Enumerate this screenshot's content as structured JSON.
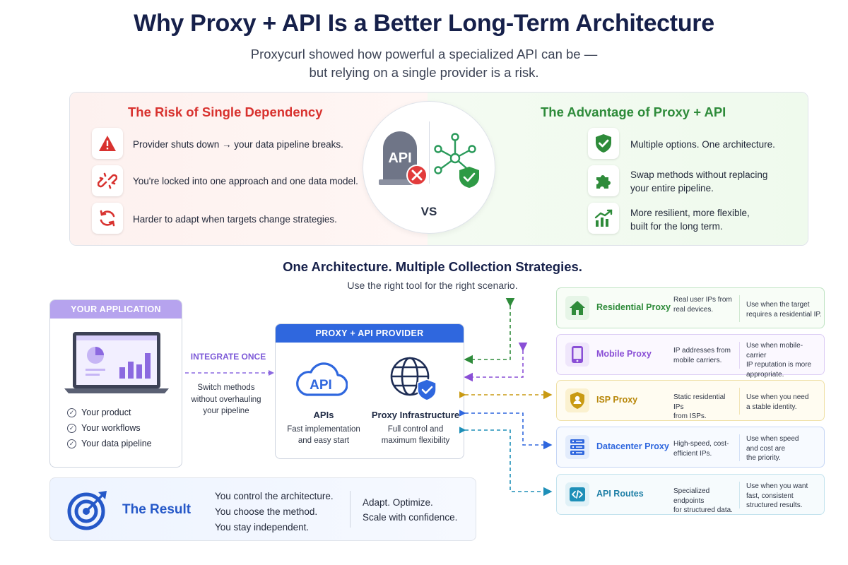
{
  "header": {
    "title": "Why Proxy + API Is a Better Long-Term Architecture",
    "subtitle_line1": "Proxycurl showed how powerful a specialized API can be —",
    "subtitle_line2": "but relying on a single provider is a risk."
  },
  "risk": {
    "title": "The Risk of Single Dependency",
    "items": [
      {
        "icon": "warning-icon",
        "text": "Provider shuts down → your data pipeline breaks."
      },
      {
        "icon": "broken-link-icon",
        "text": "You're locked into one approach and one data model."
      },
      {
        "icon": "refresh-icon",
        "text": "Harder to adapt when targets change strategies."
      }
    ]
  },
  "versus": {
    "api_tombstone_text": "API",
    "label": "VS"
  },
  "advantage": {
    "title": "The Advantage of Proxy + API",
    "items": [
      {
        "icon": "shield-check-icon",
        "line1": "Multiple options. One architecture.",
        "line2": ""
      },
      {
        "icon": "puzzle-icon",
        "line1": "Swap methods without replacing",
        "line2": "your entire pipeline."
      },
      {
        "icon": "growth-chart-icon",
        "line1": "More resilient, more flexible,",
        "line2": "built for the long term."
      }
    ]
  },
  "middle": {
    "title": "One Architecture. Multiple Collection Strategies.",
    "subtitle": "Use the right tool for the right scenario."
  },
  "application": {
    "header": "YOUR APPLICATION",
    "items": [
      "Your product",
      "Your workflows",
      "Your data pipeline"
    ]
  },
  "integrate": {
    "label": "INTEGRATE ONCE",
    "note_line1": "Switch methods",
    "note_line2": "without overhauling",
    "note_line3": "your pipeline"
  },
  "provider": {
    "header": "PROXY + API PROVIDER",
    "api_cloud_text": "API",
    "api_title": "APIs",
    "api_desc_line1": "Fast implementation",
    "api_desc_line2": "and easy start",
    "proxy_title": "Proxy Infrastructure",
    "proxy_desc_line1": "Full control and",
    "proxy_desc_line2": "maximum flexibility"
  },
  "strategies": [
    {
      "name": "Residential Proxy",
      "icon": "home-icon",
      "color": "#2e8b3a",
      "desc": [
        "Real user IPs from",
        "real devices."
      ],
      "use": [
        "Use when the target",
        "requires a residential IP."
      ]
    },
    {
      "name": "Mobile Proxy",
      "icon": "mobile-icon",
      "color": "#8a4fd6",
      "desc": [
        "IP addresses from",
        "mobile carriers."
      ],
      "use": [
        "Use when mobile-carrier",
        "IP reputation is more",
        "appropriate."
      ]
    },
    {
      "name": "ISP Proxy",
      "icon": "shield-user-icon",
      "color": "#c99a12",
      "desc": [
        "Static residential IPs",
        "from ISPs."
      ],
      "use": [
        "Use when you need",
        "a stable identity."
      ]
    },
    {
      "name": "Datacenter Proxy",
      "icon": "server-icon",
      "color": "#2f67de",
      "desc": [
        "High-speed, cost-",
        "efficient IPs."
      ],
      "use": [
        "Use when speed",
        "and cost are",
        "the priority."
      ]
    },
    {
      "name": "API Routes",
      "icon": "code-icon",
      "color": "#1e8fb8",
      "desc": [
        "Specialized endpoints",
        "for structured data."
      ],
      "use": [
        "Use when you want",
        "fast, consistent",
        "structured results."
      ]
    }
  ],
  "result": {
    "title": "The Result",
    "lines": [
      "You control the architecture.",
      "You choose the method.",
      "You stay independent."
    ],
    "right_line1": "Adapt. Optimize.",
    "right_line2": "Scale with confidence."
  }
}
